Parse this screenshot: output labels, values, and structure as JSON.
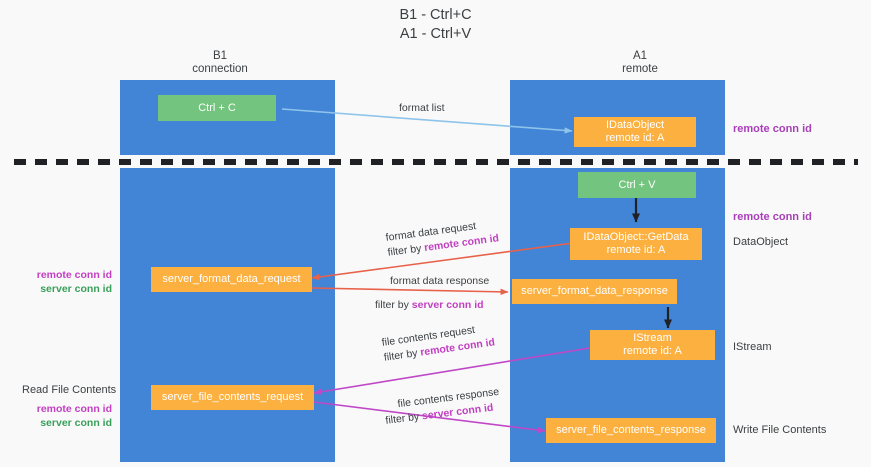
{
  "title": "B1 - Ctrl+C\nA1 - Ctrl+V",
  "columns": [
    {
      "name": "b1",
      "label": "B1\nconnection"
    },
    {
      "name": "a1",
      "label": "A1\nremote"
    }
  ],
  "boxes": {
    "ctrl_c": "Ctrl + C",
    "ctrl_v": "Ctrl + V",
    "idataobject": "IDataObject\nremote id: A",
    "idataobject_getdata": "IDataObject::GetData\nremote id: A",
    "istream": "IStream\nremote id: A",
    "server_format_data_request": "server_format_data_request",
    "server_format_data_response": "server_format_data_response",
    "server_file_contents_request": "server_file_contents_request",
    "server_file_contents_response": "server_file_contents_response"
  },
  "edge_labels": {
    "format_list": "format list",
    "format_data_request": "format data request",
    "format_data_request_filter_prefix": "filter by ",
    "format_data_request_filter_key": "remote conn id",
    "format_data_response": "format data response",
    "format_data_response_filter_prefix": "filter by ",
    "format_data_response_filter_key": "server conn id",
    "file_contents_request": "file contents request",
    "file_contents_request_filter_prefix": "filter by ",
    "file_contents_request_filter_key": "remote conn id",
    "file_contents_response": "file contents response",
    "file_contents_response_filter_prefix": "filter by ",
    "file_contents_response_filter_key": "server conn id"
  },
  "right_notes": {
    "remote_conn_id_top": "remote conn id",
    "remote_conn_id_mid": "remote conn id",
    "dataobject": "DataObject",
    "istream": "IStream",
    "write_file_contents": "Write File Contents"
  },
  "left_notes": {
    "remote_conn_id": "remote conn id",
    "server_conn_id": "server conn id",
    "read_file_contents": "Read File Contents",
    "remote_conn_id_2": "remote conn id",
    "server_conn_id_2": "server conn id"
  },
  "colors": {
    "lane": "#4285d6",
    "green_box": "#73c47e",
    "orange_box": "#fbb040",
    "purple": "#a83fb8",
    "pink": "#c23fc2",
    "green_text": "#39a05a",
    "red_arrow": "#e8614a",
    "blue_arrow": "#8fc4ea",
    "magenta_arrow": "#c048c8",
    "black_arrow": "#202124",
    "background": "#f9f9f9"
  }
}
